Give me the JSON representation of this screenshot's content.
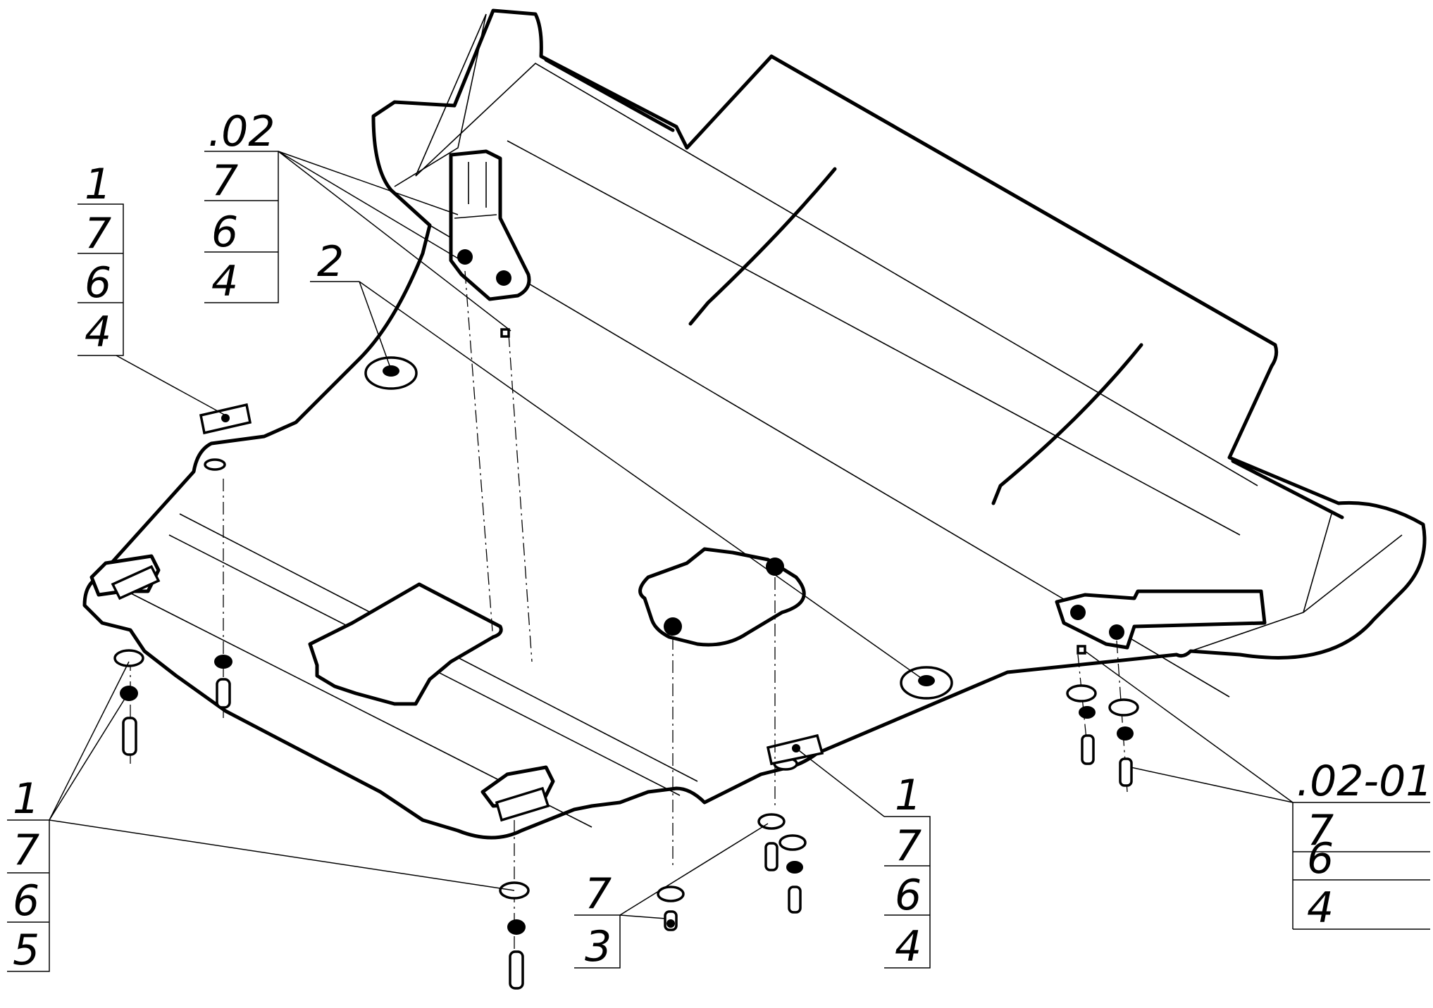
{
  "callouts": {
    "top_left": {
      "rows": [
        "1",
        "7",
        "6",
        "4"
      ]
    },
    "top_center": {
      "rows": [
        ".02",
        "7",
        "6",
        "4"
      ]
    },
    "center_label": {
      "rows": [
        "2"
      ]
    },
    "bottom_left": {
      "rows": [
        "1",
        "7",
        "6",
        "5"
      ]
    },
    "bottom_center": {
      "rows": [
        "7",
        "3"
      ]
    },
    "bottom_mid": {
      "rows": [
        "1",
        "7",
        "6",
        "4"
      ]
    },
    "right": {
      "rows": [
        ".02-01",
        "7",
        "6",
        "4"
      ]
    }
  },
  "icons": [
    "bolt-icon",
    "washer-icon",
    "nut-icon",
    "clip-nut-icon",
    "rubber-grommet-icon"
  ],
  "colors": {
    "ink": "#000000",
    "paper": "#ffffff"
  }
}
